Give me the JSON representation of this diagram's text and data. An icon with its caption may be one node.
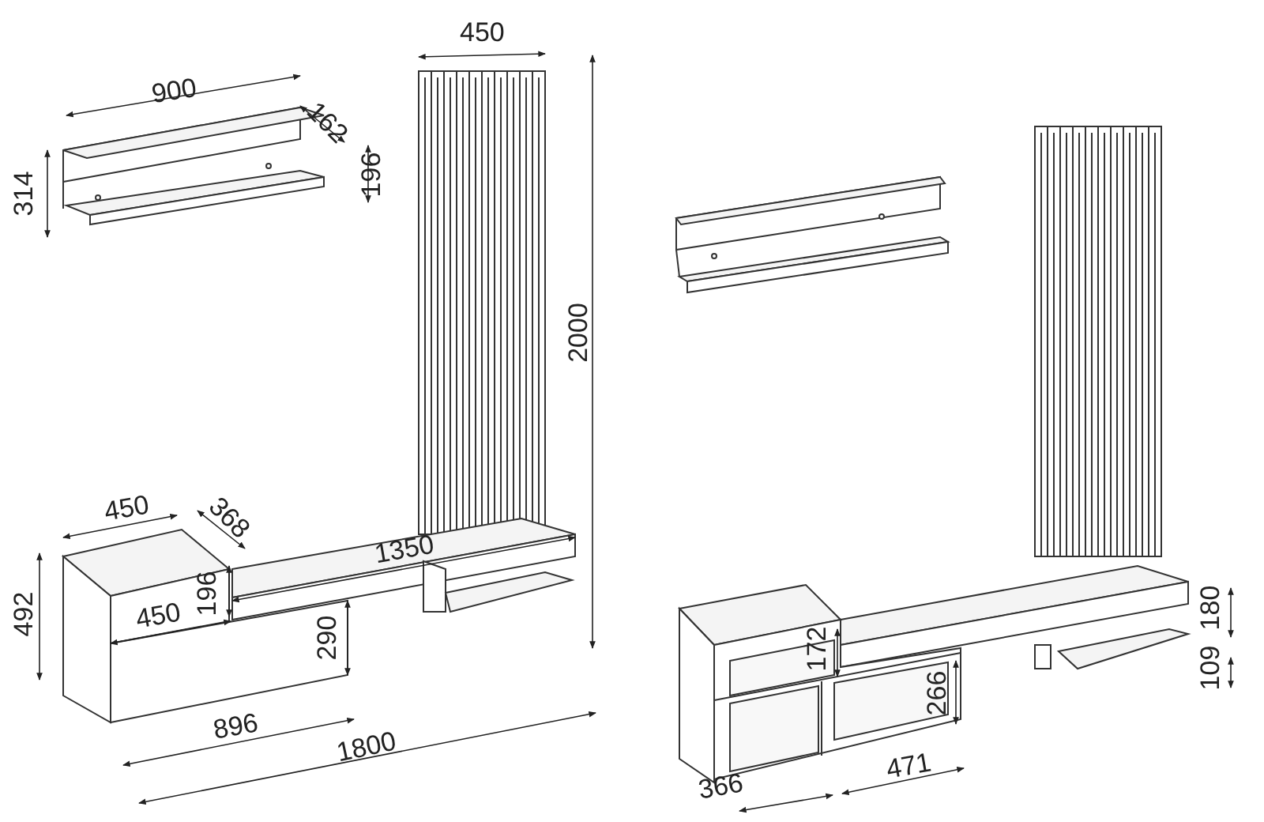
{
  "diagram": {
    "labels": [
      "450",
      "900",
      "162",
      "196",
      "314",
      "2000",
      "450",
      "368",
      "1350",
      "196",
      "450",
      "492",
      "290",
      "896",
      "1800",
      "180",
      "172",
      "109",
      "266",
      "366",
      "471"
    ]
  }
}
